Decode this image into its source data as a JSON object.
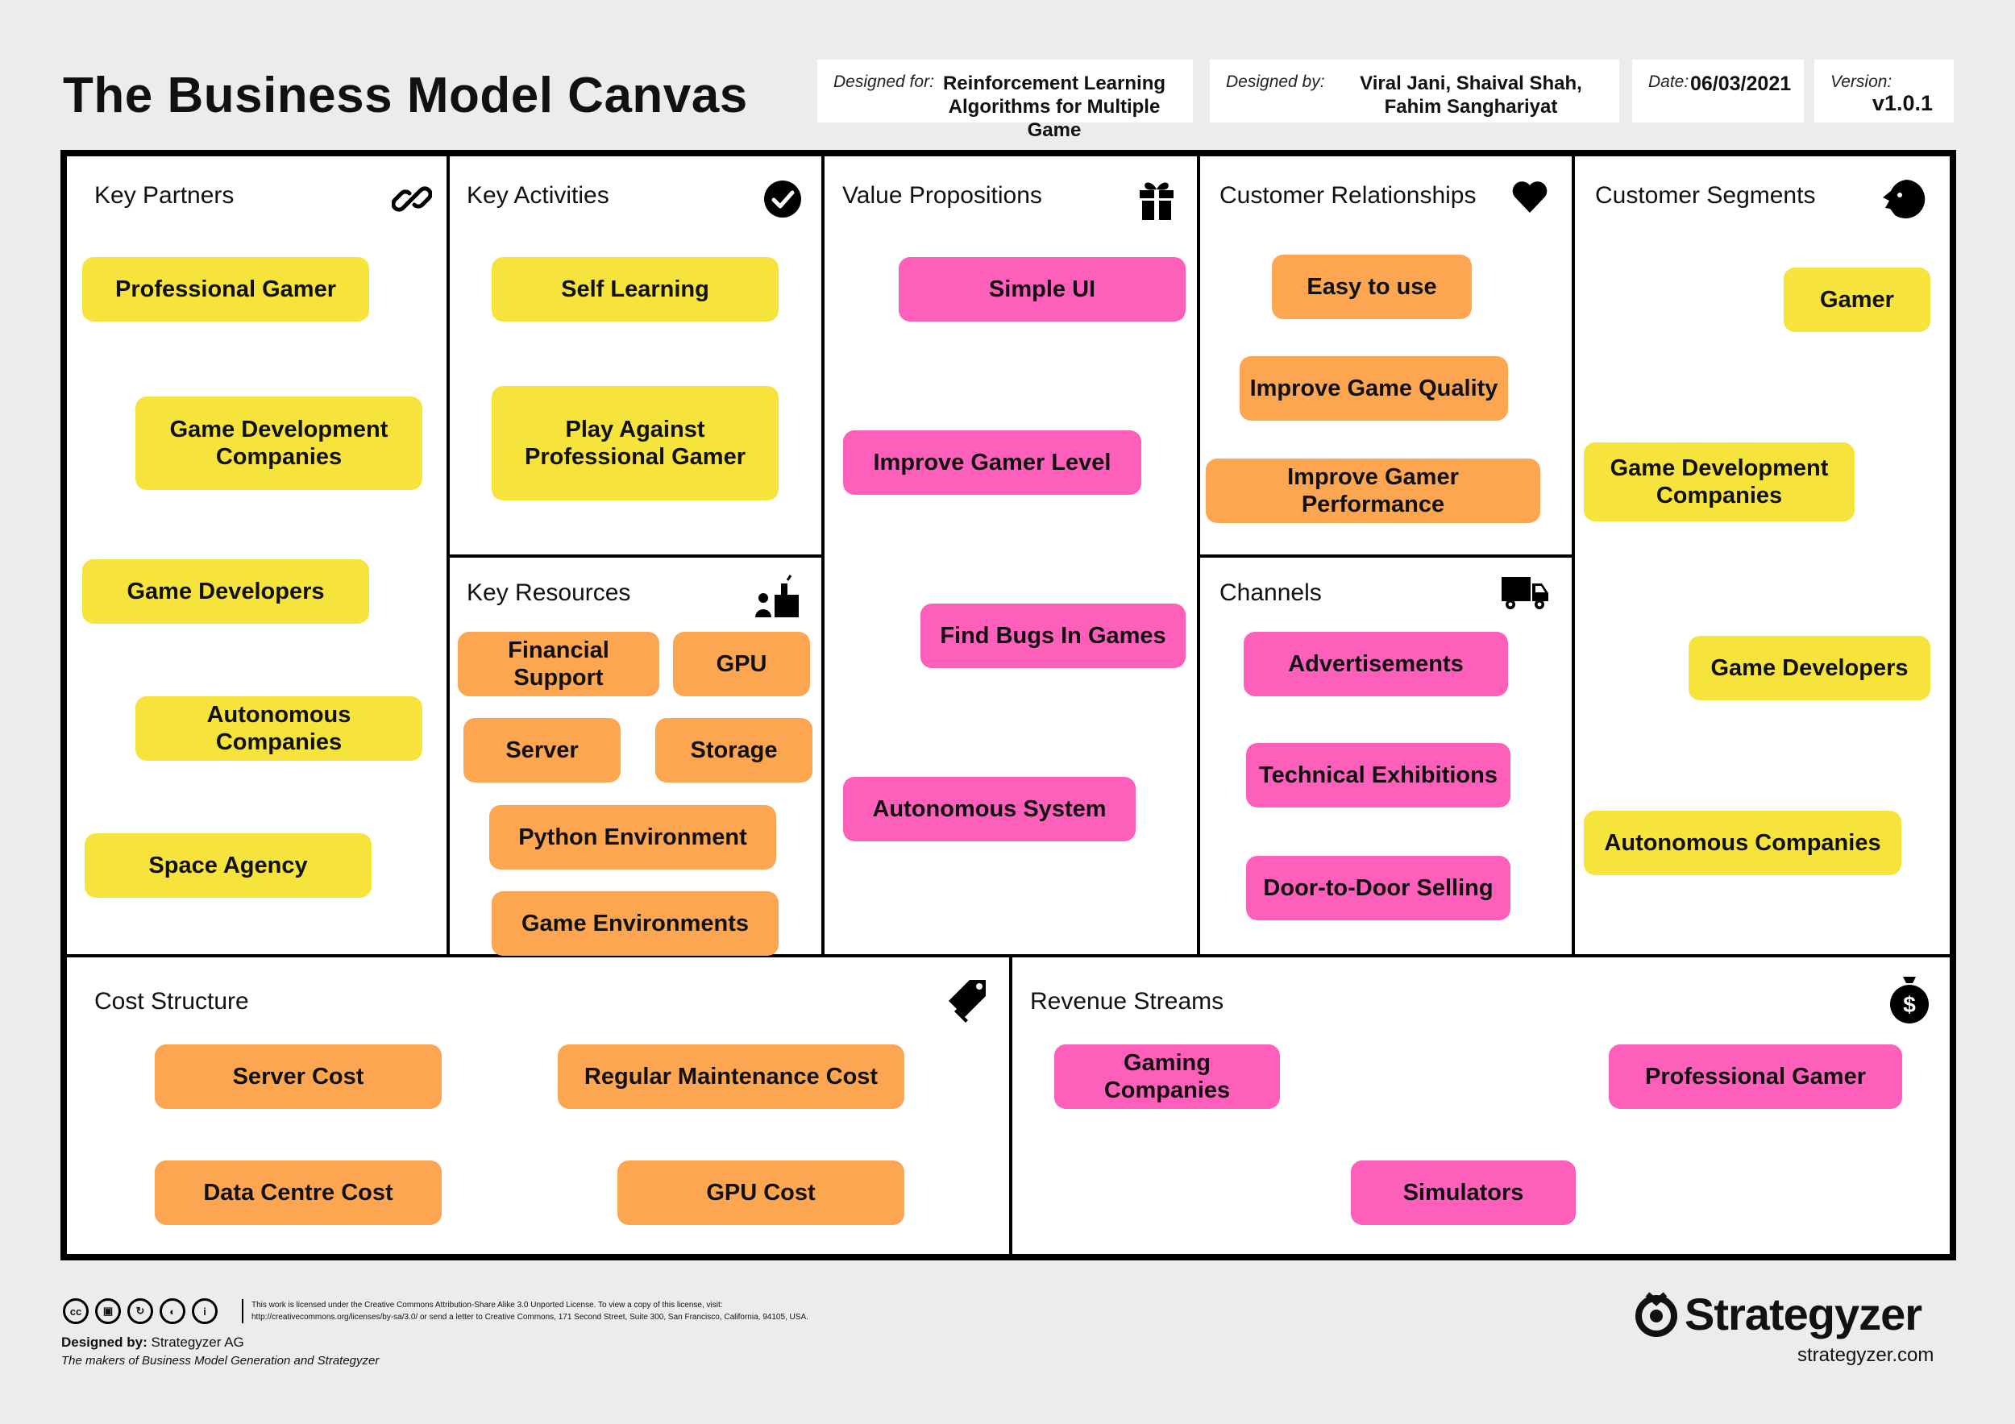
{
  "header": {
    "title": "The Business Model Canvas",
    "designed_for_label": "Designed for:",
    "designed_for": "Reinforcement Learning\nAlgorithms for Multiple Game",
    "designed_by_label": "Designed by:",
    "designed_by": "Viral Jani, Shaival Shah,\nFahim Sanghariyat",
    "date_label": "Date:",
    "date": "06/03/2021",
    "version_label": "Version:",
    "version": "v1.0.1"
  },
  "colors": {
    "yellow": "#f6e33c",
    "orange": "#fca651",
    "pink": "#fd5fbb"
  },
  "sections": {
    "key_partners": {
      "title": "Key Partners",
      "icon": "link-icon",
      "notes": [
        "Professional Gamer",
        "Game Development\nCompanies",
        "Game Developers",
        "Autonomous Companies",
        "Space Agency"
      ]
    },
    "key_activities": {
      "title": "Key Activities",
      "icon": "check-circle-icon",
      "notes": [
        "Self Learning",
        "Play Against\nProfessional Gamer"
      ]
    },
    "key_resources": {
      "title": "Key Resources",
      "icon": "factory-worker-icon",
      "notes": [
        "Financial Support",
        "GPU",
        "Server",
        "Storage",
        "Python Environment",
        "Game Environments"
      ]
    },
    "value_propositions": {
      "title": "Value Propositions",
      "icon": "gift-icon",
      "notes": [
        "Simple UI",
        "Improve Gamer Level",
        "Find Bugs In Games",
        "Autonomous System"
      ]
    },
    "customer_relationships": {
      "title": "Customer Relationships",
      "icon": "heart-icon",
      "notes": [
        "Easy to use",
        "Improve Game Quality",
        "Improve Gamer Performance"
      ]
    },
    "channels": {
      "title": "Channels",
      "icon": "truck-icon",
      "notes": [
        "Advertisements",
        "Technical Exhibitions",
        "Door-to-Door Selling"
      ]
    },
    "customer_segments": {
      "title": "Customer Segments",
      "icon": "face-icon",
      "notes": [
        "Gamer",
        "Game Development\nCompanies",
        "Game Developers",
        "Autonomous Companies"
      ]
    },
    "cost_structure": {
      "title": "Cost Structure",
      "icon": "price-tag-icon",
      "notes": [
        "Server Cost",
        "Regular Maintenance Cost",
        "Data Centre Cost",
        "GPU Cost"
      ]
    },
    "revenue_streams": {
      "title": "Revenue Streams",
      "icon": "money-bag-icon",
      "notes": [
        "Gaming Companies",
        "Professional Gamer",
        "Simulators"
      ]
    }
  },
  "footer": {
    "license": "This work is licensed under the Creative Commons Attribution-Share Alike 3.0 Unported License. To view a copy of this license, visit: http://creativecommons.org/licenses/by-sa/3.0/ or send a letter to Creative Commons, 171 Second Street, Suite 300, San Francisco, California, 94105, USA.",
    "designed_by_label": "Designed by:",
    "designed_by": "Strategyzer AG",
    "makers": "The makers of Business Model Generation and Strategyzer",
    "brand": "Strategyzer",
    "url": "strategyzer.com"
  }
}
